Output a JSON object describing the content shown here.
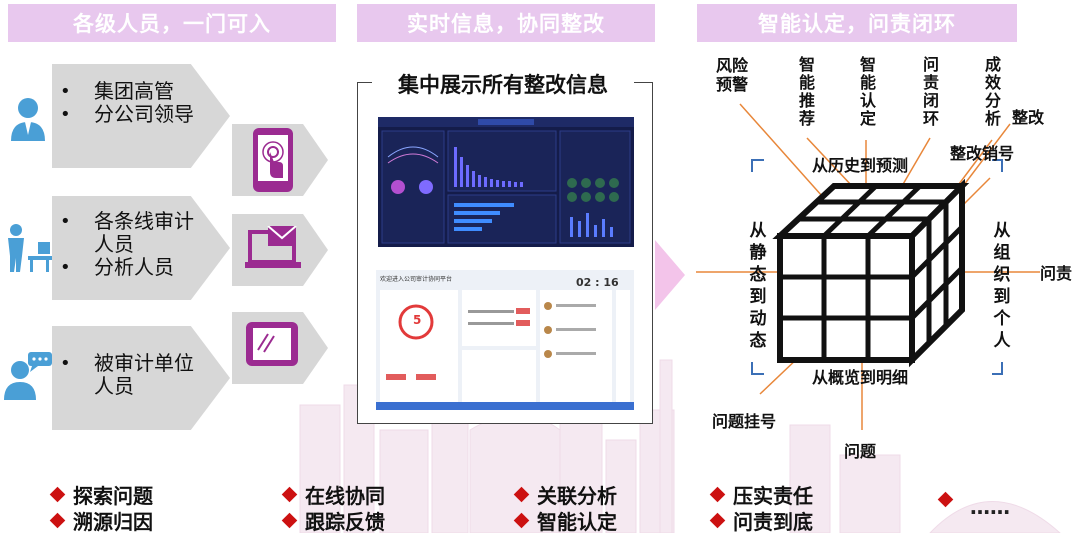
{
  "headers": {
    "col1": "各级人员，一门可入",
    "col2": "实时信息，协同整改",
    "col3": "智能认定，问责闭环"
  },
  "roles": [
    {
      "items": [
        "集团高管",
        "分公司领导"
      ],
      "icon": "manager-person-icon",
      "action_icon": "touch-phone-icon"
    },
    {
      "items": [
        "各条线审计人员",
        "分析人员"
      ],
      "icon": "worker-desk-icon",
      "action_icon": "laptop-mail-icon"
    },
    {
      "items": [
        "被审计单位人员"
      ],
      "icon": "person-chat-icon",
      "action_icon": "tablet-icon"
    }
  ],
  "panel": {
    "title": "集中展示所有整改信息",
    "collab_title": "欢迎进入公司审计协同平台",
    "timer": "02 : 16",
    "counter": "5"
  },
  "cube": {
    "top_labels": [
      "风险预警",
      "智能推荐",
      "智能认定",
      "问责闭环",
      "成效分析"
    ],
    "corner_right": "整改",
    "corner_top_right": "整改销号",
    "center_top": "从历史到预测",
    "center_bottom": "从概览到明细",
    "left_side": "从静态到动态",
    "right_side": "从组织到个人",
    "right_edge": "问责",
    "bottom_left": "问题挂号",
    "bottom": "问题"
  },
  "bullets": [
    [
      "探索问题",
      "溯源归因"
    ],
    [
      "在线协同",
      "跟踪反馈"
    ],
    [
      "关联分析",
      "智能认定"
    ],
    [
      "压实责任",
      "问责到底"
    ]
  ],
  "ellipsis": "……",
  "colors": {
    "header_bg": "#e8c8ee",
    "accent_purple": "#9b2b91",
    "diamond_red": "#cc1111",
    "icon_blue": "#4a9fd6"
  }
}
